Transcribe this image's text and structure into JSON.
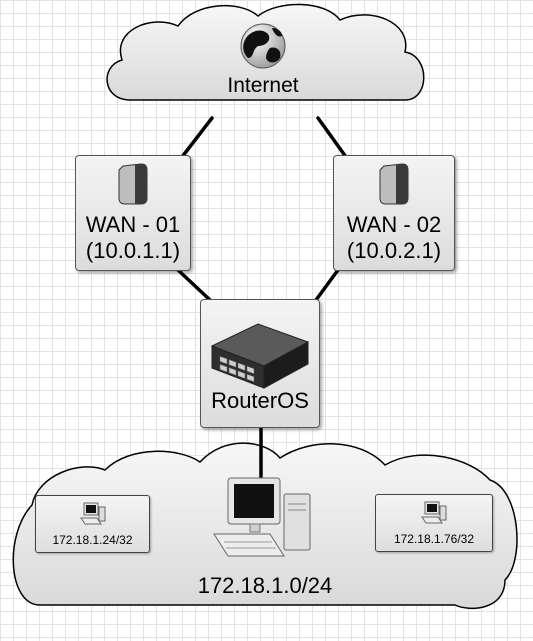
{
  "internet": {
    "label": "Internet"
  },
  "wan1": {
    "name": "WAN - 01",
    "ip": "(10.0.1.1)"
  },
  "wan2": {
    "name": "WAN - 02",
    "ip": "(10.0.2.1)"
  },
  "router": {
    "label": "RouterOS"
  },
  "lan": {
    "label": "172.18.1.0/24",
    "hosts": [
      {
        "label": "172.18.1.24/32"
      },
      {
        "label": "172.18.1.76/32"
      }
    ]
  },
  "colors": {
    "cloud_fill": "#e8e8e8",
    "cloud_stroke": "#000000",
    "link": "#000000"
  },
  "icons": [
    "globe-icon",
    "modem-icon",
    "router-icon",
    "desktop-computer-icon"
  ]
}
